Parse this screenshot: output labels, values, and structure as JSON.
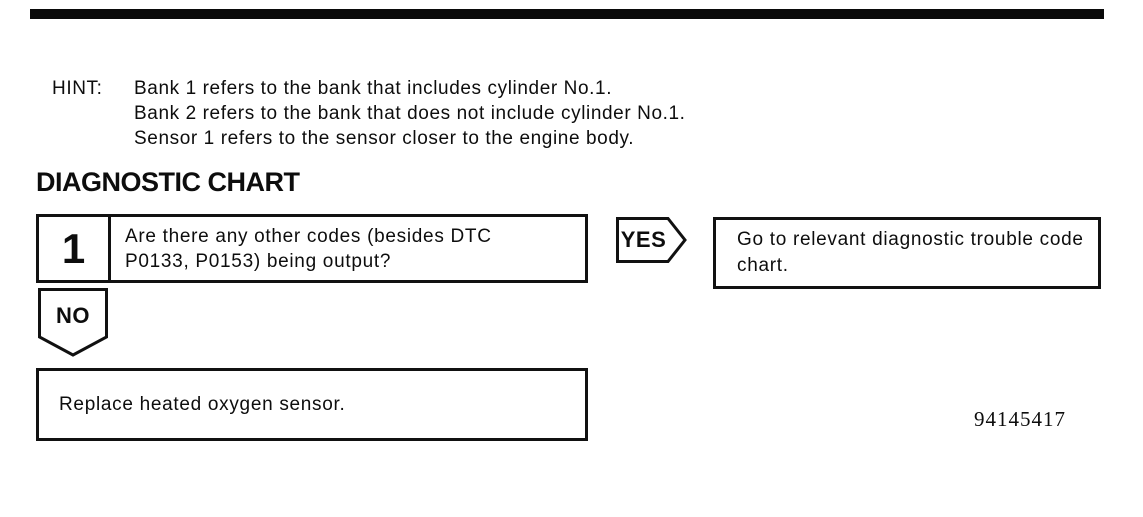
{
  "page": {
    "stamp": "94145417"
  },
  "colors": {
    "ink": "#111111",
    "paper": "#ffffff"
  },
  "hint": {
    "label": "HINT:",
    "lines": [
      "Bank 1 refers to the bank that includes cylinder No.1.",
      "Bank 2 refers to the bank that does not include cylinder No.1.",
      "Sensor 1 refers to the sensor closer to the engine body."
    ]
  },
  "heading": {
    "title": "DIAGNOSTIC CHART"
  },
  "flowchart": {
    "step": {
      "number": "1",
      "question": "Are there any other codes (besides DTC P0133, P0153) being output?"
    },
    "yes": {
      "label": "YES",
      "result": "Go to relevant diagnostic trouble code chart."
    },
    "no": {
      "label": "NO",
      "result": "Replace heated oxygen sensor."
    }
  }
}
